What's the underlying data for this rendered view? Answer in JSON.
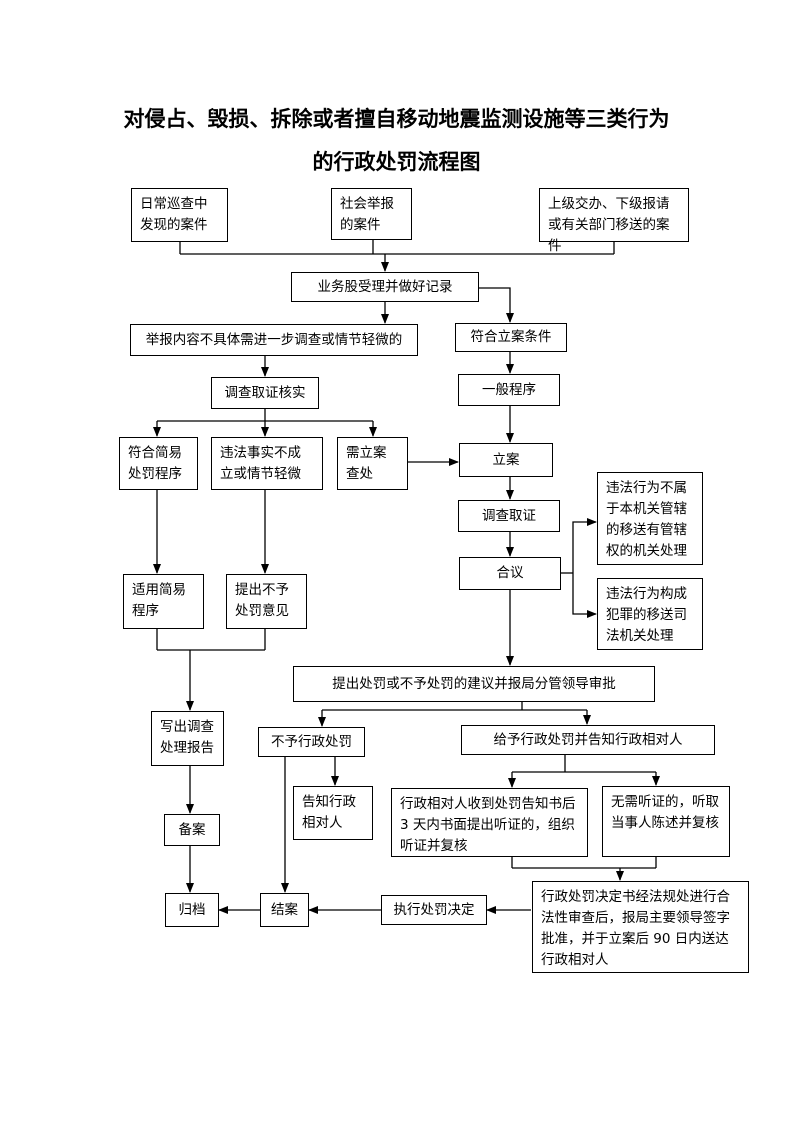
{
  "title": {
    "line1": "对侵占、毁损、拆除或者擅自移动地震监测设施等三类行为",
    "line2": "的行政处罚流程图"
  },
  "nodes": {
    "daily_inspection": "日常巡查中发现的案件",
    "public_report": "社会举报的案件",
    "referral": "上级交办、下级报请或有关部门移送的案件",
    "accept_record": "业务股受理并做好记录",
    "report_unclear": "举报内容不具体需进一步调查或情节轻微的",
    "meets_filing": "符合立案条件",
    "investigate_verify": "调查取证核实",
    "general_procedure": "一般程序",
    "simple_procedure_fit": "符合简易处罚程序",
    "facts_not_established": "违法事实不成立或情节轻微",
    "need_filing": "需立案查处",
    "file_case": "立案",
    "investigate": "调查取证",
    "not_jurisdiction": "违法行为不属于本机关管辖的移送有管辖权的机关处理",
    "deliberation": "合议",
    "crime_transfer": "违法行为构成犯罪的移送司法机关处理",
    "apply_simple": "适用简易程序",
    "propose_no_penalty": "提出不予处罚意见",
    "propose_penalty": "提出处罚或不予处罚的建议并报局分管领导审批",
    "write_report": "写出调查处理报告",
    "no_penalty": "不予行政处罚",
    "give_penalty": "给予行政处罚并告知行政相对人",
    "inform_party": "告知行政相对人",
    "hearing_request": "行政相对人收到处罚告知书后 3 天内书面提出听证的，组织听证并复核",
    "no_hearing": "无需听证的，听取当事人陈述并复核",
    "filing_record": "备案",
    "decision_review": "行政处罚决定书经法规处进行合法性审查后，报局主要领导签字批准，并于立案后 90 日内送达行政相对人",
    "archive": "归档",
    "close_case": "结案",
    "execute_decision": "执行处罚决定"
  }
}
